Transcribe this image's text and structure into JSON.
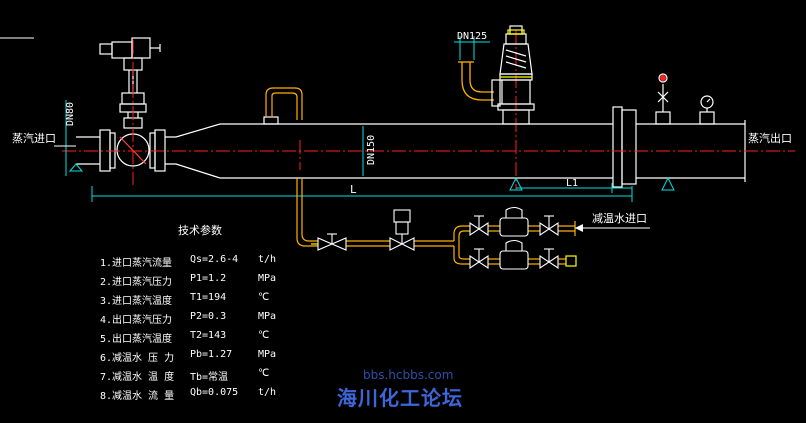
{
  "labels": {
    "steam_inlet": "蒸汽进口",
    "steam_outlet": "蒸汽出口",
    "dn_inlet": "DN80",
    "dn_valve": "DN125",
    "dn_body": "DN150",
    "dim_L": "L",
    "dim_L1": "L1",
    "water_inlet": "减温水进口"
  },
  "tech_params": {
    "title": "技术参数",
    "rows": [
      {
        "name": "1.进口蒸汽流量",
        "value": "Qs=2.6-4",
        "unit": "t/h"
      },
      {
        "name": "2.进口蒸汽压力",
        "value": "P1=1.2",
        "unit": "MPa"
      },
      {
        "name": "3.进口蒸汽温度",
        "value": "T1=194",
        "unit": "℃"
      },
      {
        "name": "4.出口蒸汽压力",
        "value": "P2=0.3",
        "unit": "MPa"
      },
      {
        "name": "5.出口蒸汽温度",
        "value": "T2=143",
        "unit": "℃"
      },
      {
        "name": "6.减温水 压 力",
        "value": "Pb=1.27",
        "unit": "MPa"
      },
      {
        "name": "7.减温水 温 度",
        "value": "Tb=常温",
        "unit": "℃"
      },
      {
        "name": "8.减温水 流 量",
        "value": "Qb=0.075",
        "unit": "t/h"
      }
    ]
  },
  "watermark": {
    "url": "bbs.hcbbs.com",
    "name": "海川化工论坛"
  },
  "colors": {
    "background": "#000000",
    "outline": "#ffffff",
    "centerline": "#ff2020",
    "dimension": "#00e0e0",
    "pipe_orange": "#ffb000",
    "accent_yellow": "#ffff00"
  }
}
